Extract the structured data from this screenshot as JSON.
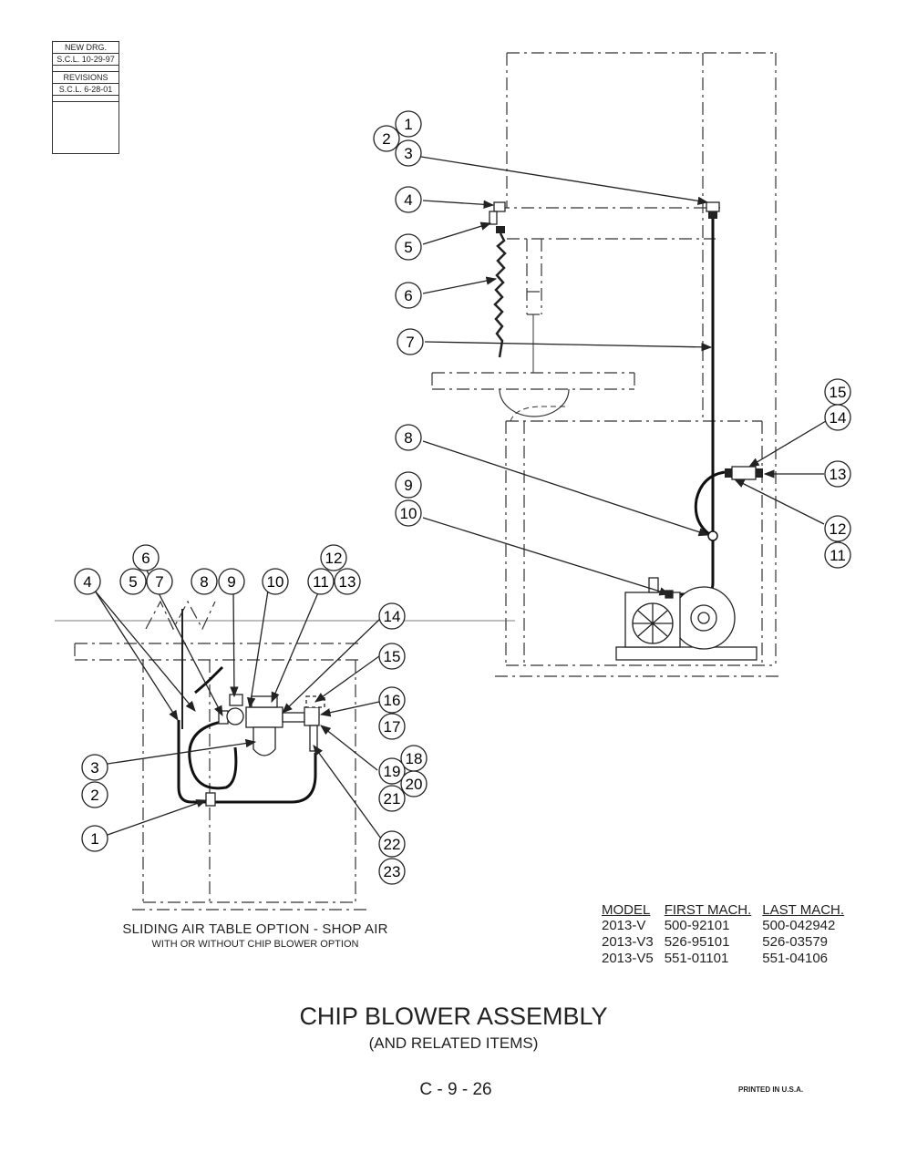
{
  "revision_block": {
    "new_drg_label": "NEW DRG.",
    "new_drg_date": "S.C.L. 10-29-97",
    "revisions_label": "REVISIONS",
    "revision_1": "S.C.L. 6-28-01"
  },
  "callouts_main": {
    "c1": "1",
    "c2": "2",
    "c3": "3",
    "c4": "4",
    "c5": "5",
    "c6": "6",
    "c7": "7",
    "c8": "8",
    "c9": "9",
    "c10": "10",
    "c11": "11",
    "c12": "12",
    "c13": "13",
    "c14": "14",
    "c15": "15"
  },
  "callouts_inset": {
    "c1": "1",
    "c2": "2",
    "c3": "3",
    "c4": "4",
    "c5": "5",
    "c6": "6",
    "c7": "7",
    "c8": "8",
    "c9": "9",
    "c10": "10",
    "c11": "11",
    "c12": "12",
    "c13": "13",
    "c14": "14",
    "c15": "15",
    "c16": "16",
    "c17": "17",
    "c18": "18",
    "c19": "19",
    "c20": "20",
    "c21": "21",
    "c22": "22",
    "c23": "23"
  },
  "inset_caption": {
    "main": "SLIDING AIR TABLE OPTION - SHOP AIR",
    "sub": "WITH OR WITHOUT CHIP BLOWER OPTION"
  },
  "model_table": {
    "headers": [
      "MODEL",
      "FIRST MACH.",
      "LAST MACH."
    ],
    "rows": [
      [
        "2013-V",
        "500-92101",
        "500-042942"
      ],
      [
        "2013-V3",
        "526-95101",
        "526-03579"
      ],
      [
        "2013-V5",
        "551-01101",
        "551-04106"
      ]
    ]
  },
  "title": "CHIP BLOWER ASSEMBLY",
  "subtitle": "(AND RELATED ITEMS)",
  "page_number": "C - 9 - 26",
  "printed_note": "PRINTED IN U.S.A."
}
